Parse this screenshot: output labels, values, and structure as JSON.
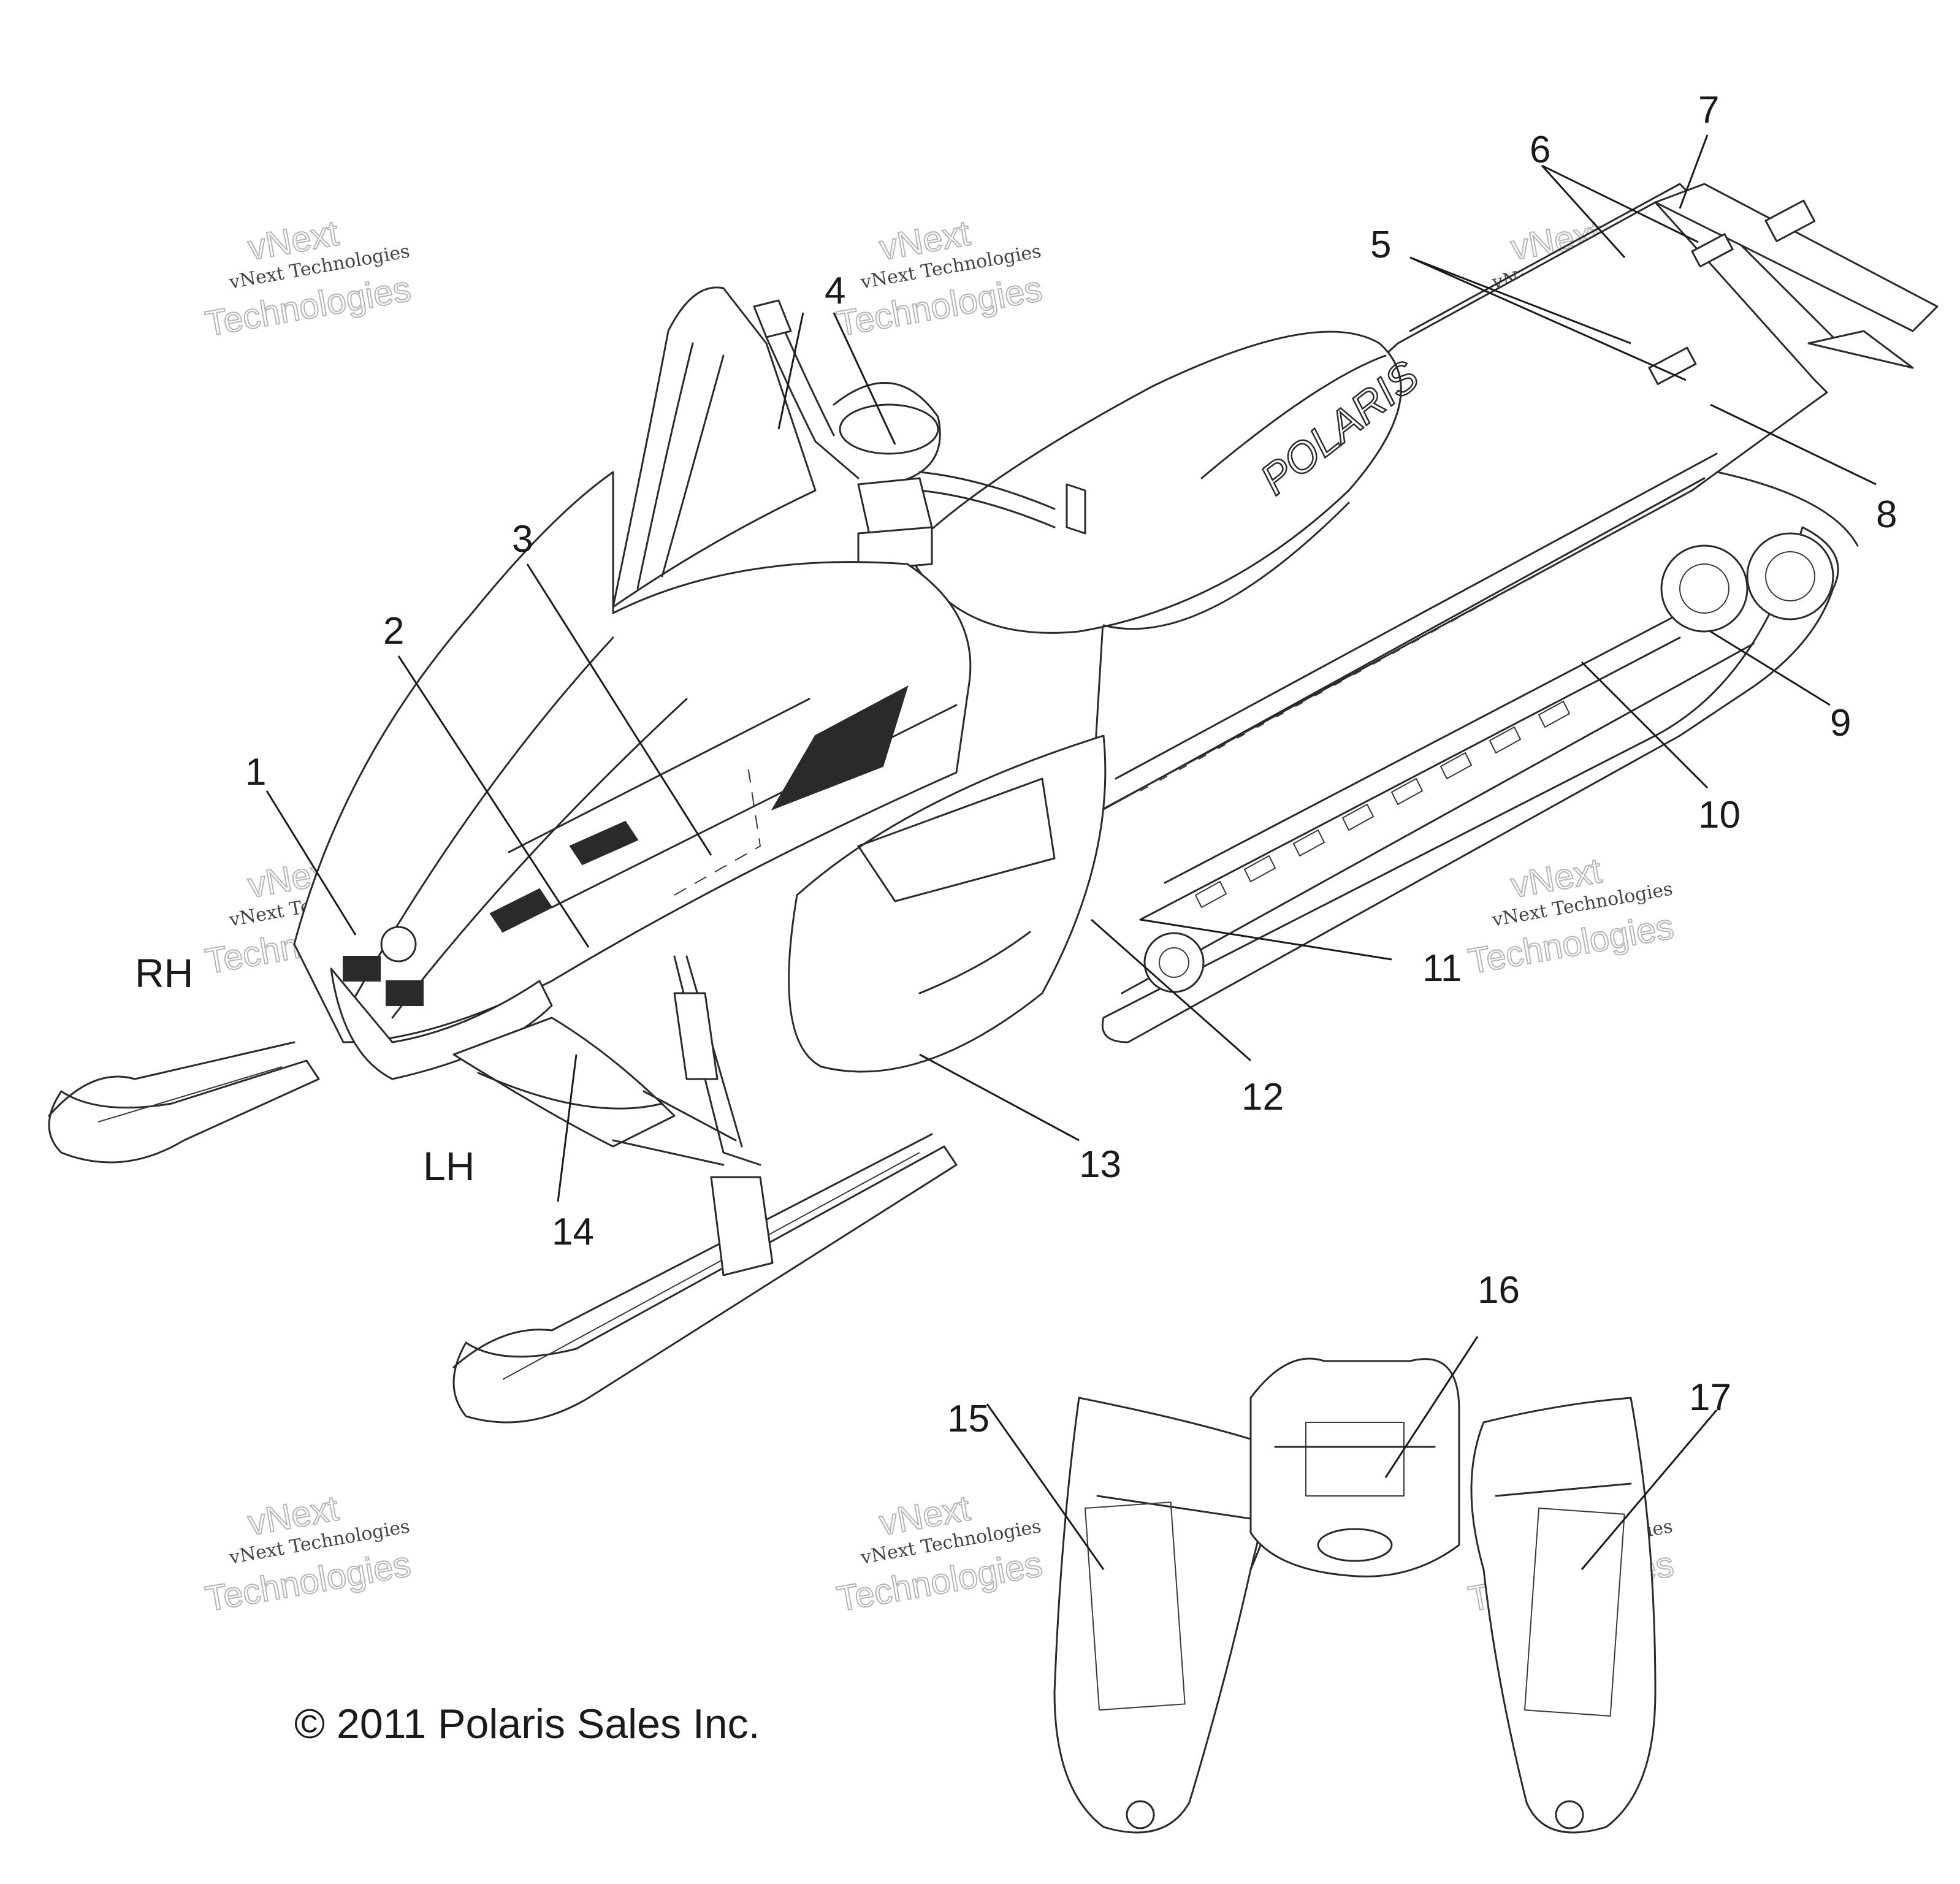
{
  "callouts": {
    "c1": "1",
    "c2": "2",
    "c3": "3",
    "c4": "4",
    "c5": "5",
    "c6": "6",
    "c7": "7",
    "c8": "8",
    "c9": "9",
    "c10": "10",
    "c11": "11",
    "c12": "12",
    "c13": "13",
    "c14": "14",
    "c15": "15",
    "c16": "16",
    "c17": "17"
  },
  "side_labels": {
    "right": "RH",
    "left": "LH"
  },
  "brand_text": "POLARIS",
  "copyright": "© 2011 Polaris Sales Inc.",
  "watermark": {
    "line1": "vNext",
    "line2": "vNext Technologies",
    "line3": "Technologies"
  }
}
